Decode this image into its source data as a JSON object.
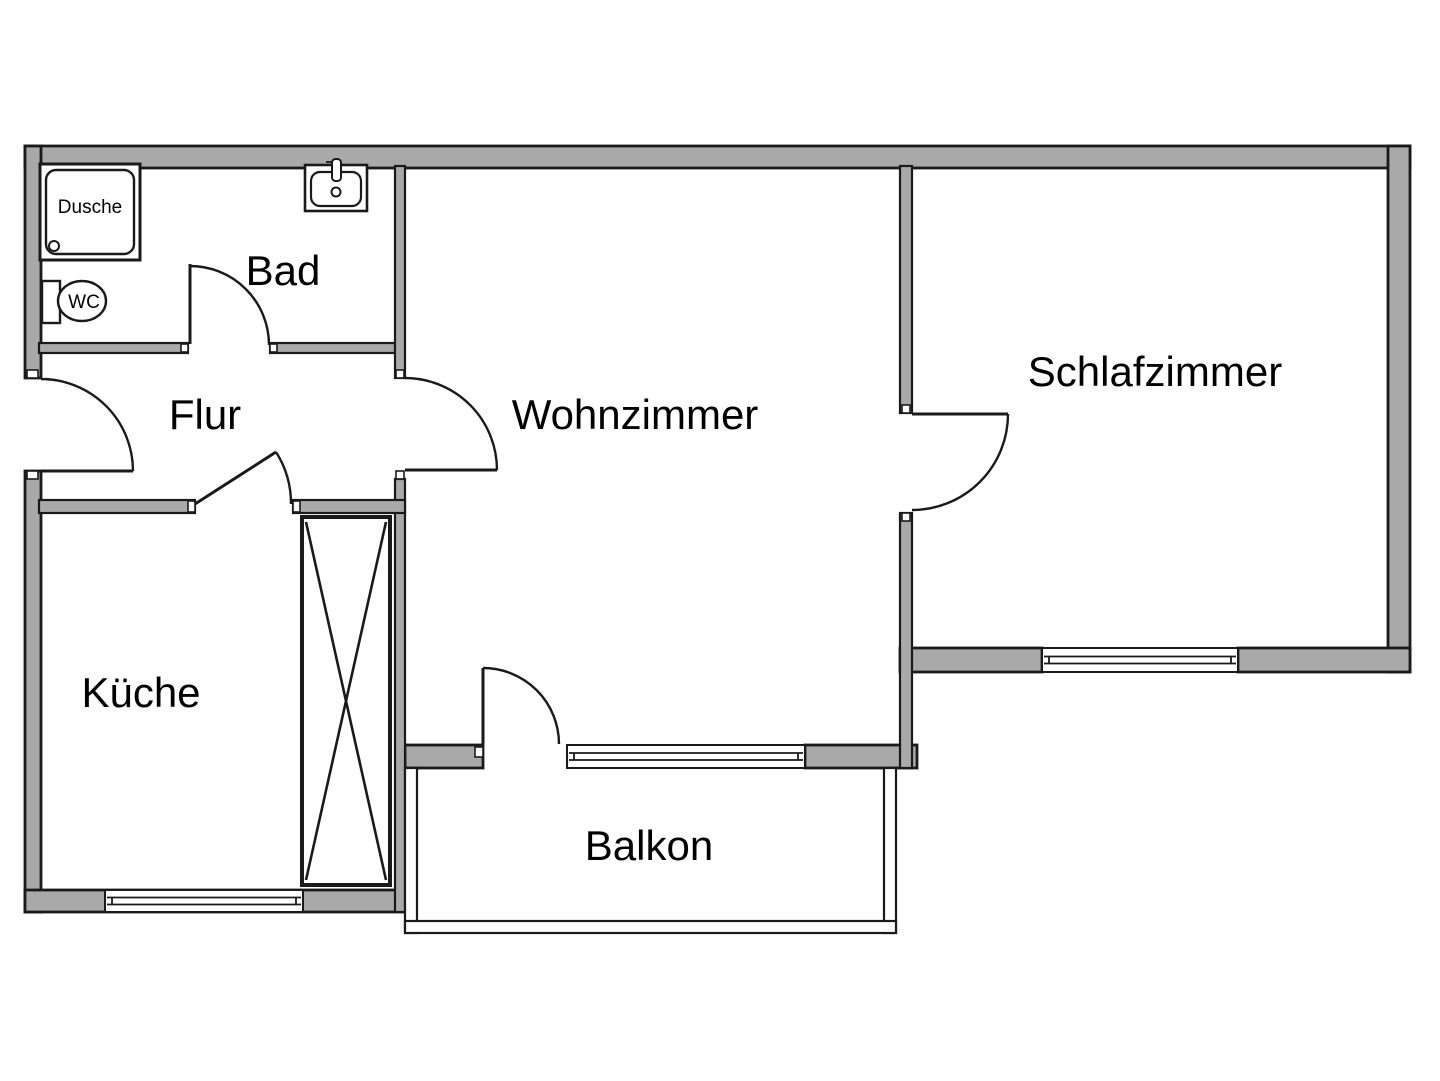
{
  "floorplan": {
    "rooms": [
      {
        "name": "Bad"
      },
      {
        "name": "Flur"
      },
      {
        "name": "Wohnzimmer"
      },
      {
        "name": "Schlafzimmer"
      },
      {
        "name": "Küche"
      },
      {
        "name": "Balkon"
      }
    ],
    "fixture_labels": {
      "shower": "Dusche",
      "toilet": "WC"
    },
    "colors": {
      "wall_fill": "#a9a9a9",
      "outline": "#1a1a1a",
      "background": "#ffffff",
      "fixture_fill": "#ffffff"
    }
  }
}
